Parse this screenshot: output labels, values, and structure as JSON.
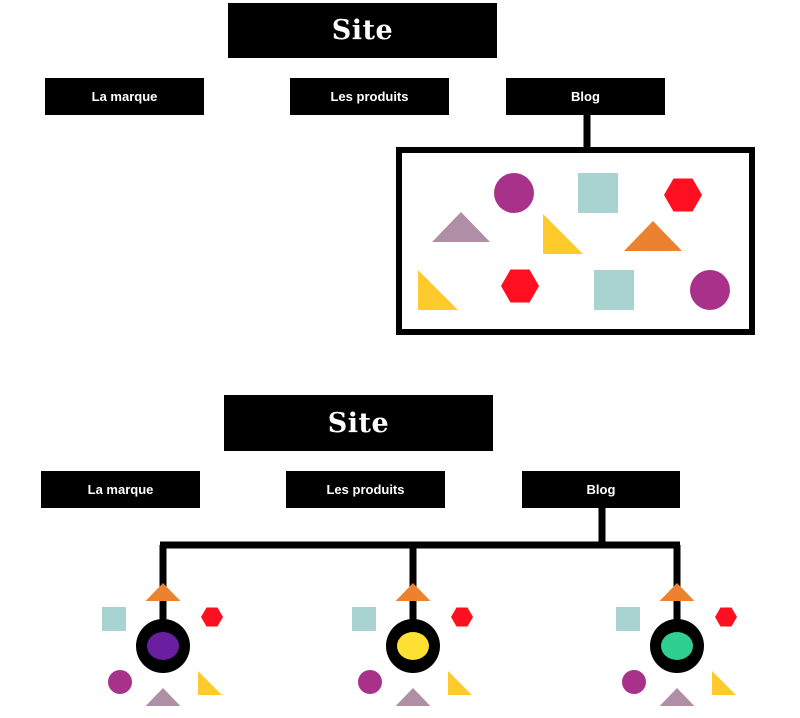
{
  "diagram_top": {
    "title": "Site",
    "nav": [
      "La marque",
      "Les produits",
      "Blog"
    ],
    "content_box_shapes": [
      {
        "shape": "circle",
        "color": "#A8328A"
      },
      {
        "shape": "square",
        "color": "#A8D3D1"
      },
      {
        "shape": "hexagon",
        "color": "#FF0F1F"
      },
      {
        "shape": "triangle",
        "color": "#B08FA6"
      },
      {
        "shape": "right-triangle",
        "color": "#FFCA2C"
      },
      {
        "shape": "triangle",
        "color": "#EC8230"
      },
      {
        "shape": "right-triangle",
        "color": "#FFCA2C"
      },
      {
        "shape": "hexagon",
        "color": "#FF0F1F"
      },
      {
        "shape": "square",
        "color": "#A8D3D1"
      },
      {
        "shape": "circle",
        "color": "#A8328A"
      }
    ]
  },
  "diagram_bottom": {
    "title": "Site",
    "nav": [
      "La marque",
      "Les produits",
      "Blog"
    ],
    "clusters": [
      {
        "node_color": "#6A1FA0"
      },
      {
        "node_color": "#FFE033"
      },
      {
        "node_color": "#2ECF8F"
      }
    ],
    "cluster_shapes": {
      "orange": "#EC8230",
      "teal": "#A8D3D1",
      "red": "#FF0F1F",
      "magenta": "#A8328A",
      "mauve": "#B08FA6",
      "yellow": "#FFCA2C"
    }
  }
}
